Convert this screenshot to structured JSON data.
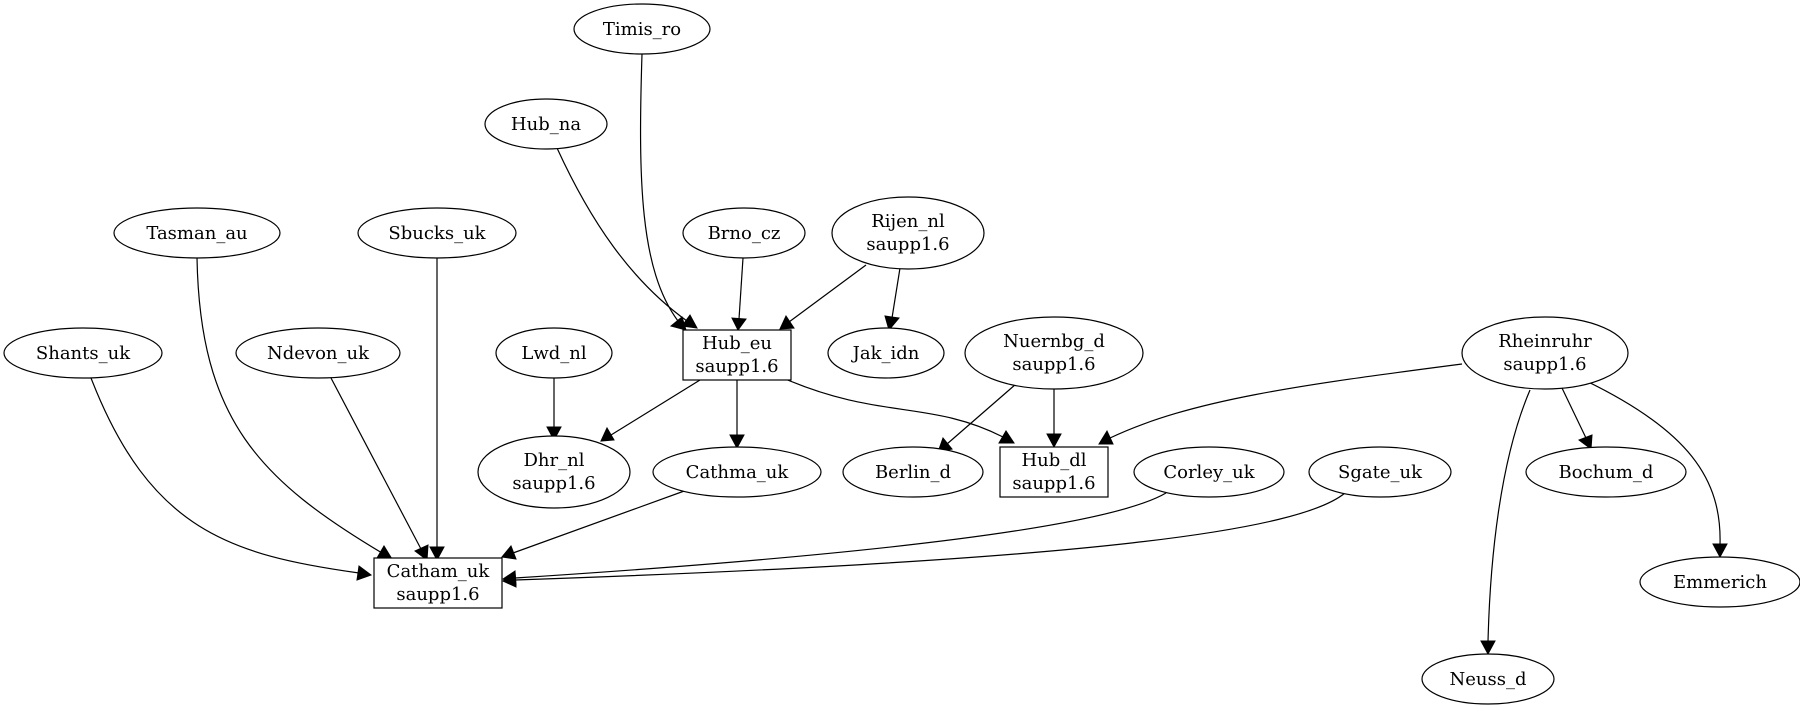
{
  "nodes": {
    "timis_ro": {
      "line1": "Timis_ro",
      "line2": ""
    },
    "hub_na": {
      "line1": "Hub_na",
      "line2": ""
    },
    "brno_cz": {
      "line1": "Brno_cz",
      "line2": ""
    },
    "rijen_nl": {
      "line1": "Rijen_nl",
      "line2": "saupp1.6"
    },
    "tasman_au": {
      "line1": "Tasman_au",
      "line2": ""
    },
    "sbucks_uk": {
      "line1": "Sbucks_uk",
      "line2": ""
    },
    "shants_uk": {
      "line1": "Shants_uk",
      "line2": ""
    },
    "ndevon_uk": {
      "line1": "Ndevon_uk",
      "line2": ""
    },
    "lwd_nl": {
      "line1": "Lwd_nl",
      "line2": ""
    },
    "hub_eu": {
      "line1": "Hub_eu",
      "line2": "saupp1.6"
    },
    "jak_idn": {
      "line1": "Jak_idn",
      "line2": ""
    },
    "nuernbg_d": {
      "line1": "Nuernbg_d",
      "line2": "saupp1.6"
    },
    "rheinruhr": {
      "line1": "Rheinruhr",
      "line2": "saupp1.6"
    },
    "dhr_nl": {
      "line1": "Dhr_nl",
      "line2": "saupp1.6"
    },
    "cathma_uk": {
      "line1": "Cathma_uk",
      "line2": ""
    },
    "berlin_d": {
      "line1": "Berlin_d",
      "line2": ""
    },
    "hub_dl": {
      "line1": "Hub_dl",
      "line2": "saupp1.6"
    },
    "corley_uk": {
      "line1": "Corley_uk",
      "line2": ""
    },
    "sgate_uk": {
      "line1": "Sgate_uk",
      "line2": ""
    },
    "bochum_d": {
      "line1": "Bochum_d",
      "line2": ""
    },
    "catham_uk": {
      "line1": "Catham_uk",
      "line2": "saupp1.6"
    },
    "emmerich": {
      "line1": "Emmerich",
      "line2": ""
    },
    "neuss_d": {
      "line1": "Neuss_d",
      "line2": ""
    }
  },
  "edges": [
    {
      "from": "timis_ro",
      "to": "hub_eu"
    },
    {
      "from": "hub_na",
      "to": "hub_eu"
    },
    {
      "from": "brno_cz",
      "to": "hub_eu"
    },
    {
      "from": "rijen_nl",
      "to": "hub_eu"
    },
    {
      "from": "rijen_nl",
      "to": "jak_idn"
    },
    {
      "from": "lwd_nl",
      "to": "dhr_nl"
    },
    {
      "from": "hub_eu",
      "to": "dhr_nl"
    },
    {
      "from": "hub_eu",
      "to": "cathma_uk"
    },
    {
      "from": "hub_eu",
      "to": "hub_dl"
    },
    {
      "from": "nuernbg_d",
      "to": "berlin_d"
    },
    {
      "from": "nuernbg_d",
      "to": "hub_dl"
    },
    {
      "from": "rheinruhr",
      "to": "hub_dl"
    },
    {
      "from": "rheinruhr",
      "to": "bochum_d"
    },
    {
      "from": "rheinruhr",
      "to": "emmerich"
    },
    {
      "from": "rheinruhr",
      "to": "neuss_d"
    },
    {
      "from": "shants_uk",
      "to": "catham_uk"
    },
    {
      "from": "tasman_au",
      "to": "catham_uk"
    },
    {
      "from": "ndevon_uk",
      "to": "catham_uk"
    },
    {
      "from": "sbucks_uk",
      "to": "catham_uk"
    },
    {
      "from": "cathma_uk",
      "to": "catham_uk"
    },
    {
      "from": "corley_uk",
      "to": "catham_uk"
    },
    {
      "from": "sgate_uk",
      "to": "catham_uk"
    }
  ]
}
